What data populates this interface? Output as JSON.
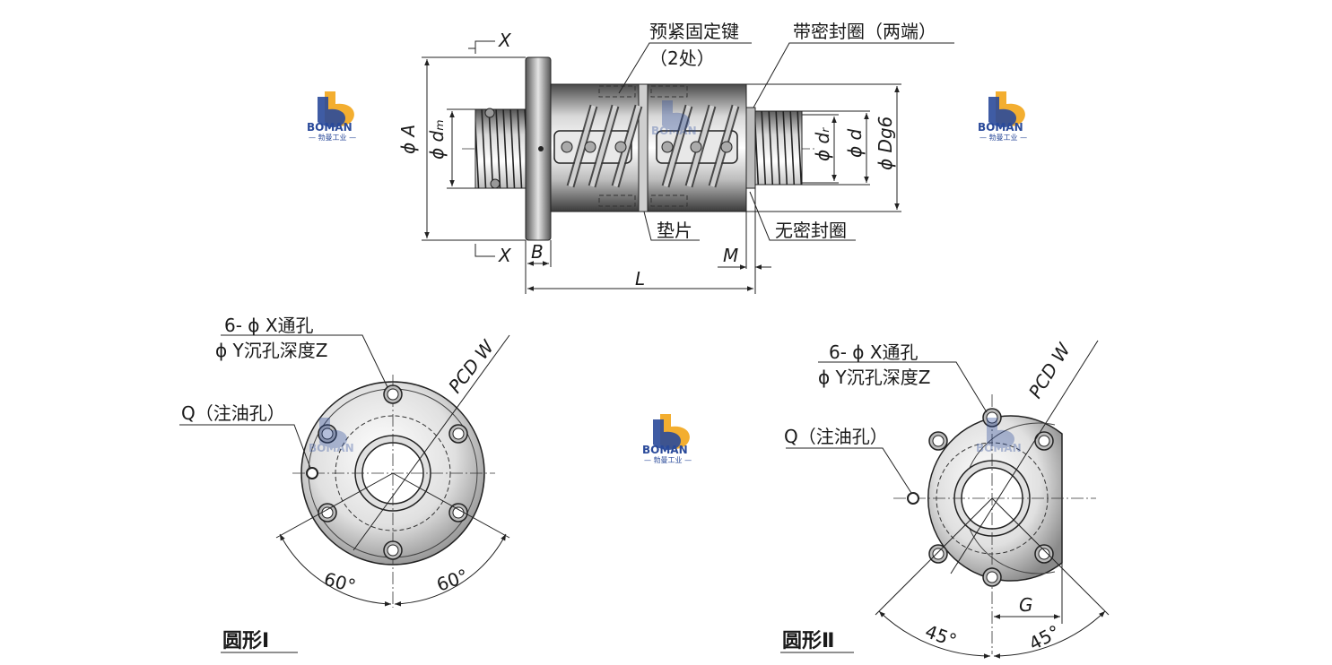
{
  "logo": {
    "brand": "BOMAN",
    "subtitle": "— 勃曼工业 —"
  },
  "side_view": {
    "labels": {
      "preload_key": "预紧固定键",
      "preload_key_count": "（2处）",
      "seal_both_ends": "带密封圈（两端）",
      "shim": "垫片",
      "no_seal": "无密封圈",
      "phi_A": "ϕ A",
      "phi_dm": "ϕ dₘ",
      "phi_dr": "ϕ dᵣ",
      "phi_d": "ϕ d",
      "phi_Dg6": "ϕ Dg6",
      "B": "B",
      "L": "L",
      "M": "M",
      "X_top": "X",
      "X_bottom": "X"
    }
  },
  "round_I": {
    "title": "圆形Ⅰ",
    "holes_line1": "6- ϕ X通孔",
    "holes_line2": "ϕ Y沉孔深度Z",
    "oil_hole": "Q（注油孔）",
    "pcd": "PCD W",
    "angle_left": "60°",
    "angle_right": "60°"
  },
  "round_II": {
    "title": "圆形Ⅱ",
    "holes_line1": "6- ϕ X通孔",
    "holes_line2": "ϕ Y沉孔深度Z",
    "oil_hole": "Q（注油孔）",
    "pcd": "PCD W",
    "G": "G",
    "angle_left": "45°",
    "angle_right": "45°"
  }
}
